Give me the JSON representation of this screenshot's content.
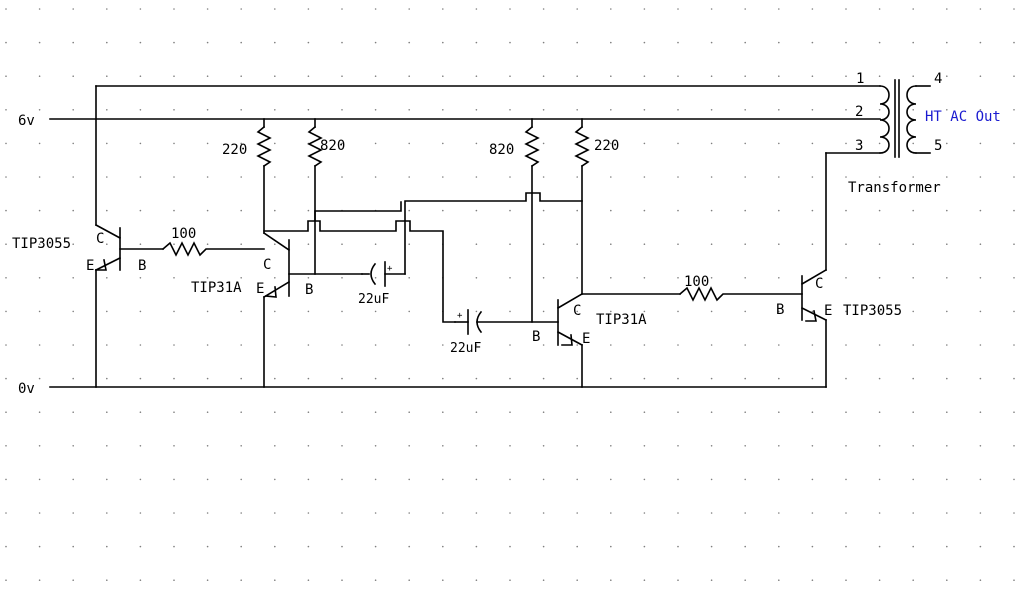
{
  "rails": {
    "supply": "6v",
    "ground": "0v"
  },
  "transistors": {
    "q1": {
      "part": "TIP3055",
      "c": "C",
      "b": "B",
      "e": "E"
    },
    "q2": {
      "part": "TIP31A",
      "c": "C",
      "b": "B",
      "e": "E"
    },
    "q3": {
      "part": "TIP31A",
      "c": "C",
      "b": "B",
      "e": "E"
    },
    "q4": {
      "part": "TIP3055",
      "c": "C",
      "b": "B",
      "e": "E"
    }
  },
  "resistors": {
    "r1": "100",
    "r2": "220",
    "r3": "820",
    "r4": "820",
    "r5": "220",
    "r6": "100"
  },
  "capacitors": {
    "c1": "22uF",
    "c2": "22uF",
    "polarity": "+"
  },
  "transformer": {
    "label": "Transformer",
    "output_label": "HT AC Out",
    "pins": {
      "p1": "1",
      "p2": "2",
      "p3": "3",
      "p4": "4",
      "p5": "5"
    },
    "output_color": "#1a1ad0"
  }
}
